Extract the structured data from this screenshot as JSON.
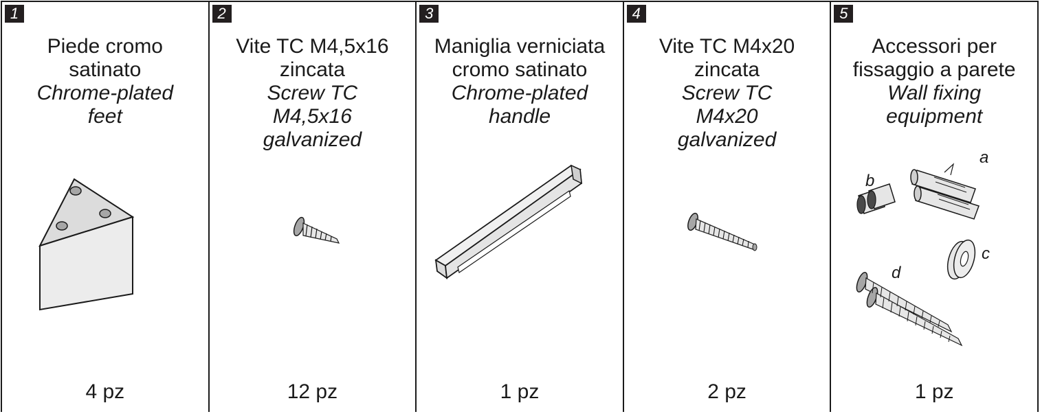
{
  "panels": [
    {
      "number": "1",
      "name_it": [
        "Piede cromo",
        "satinato"
      ],
      "name_en": [
        "Chrome-plated",
        "feet"
      ],
      "qty": "4 pz",
      "icon": "triangle-foot-icon"
    },
    {
      "number": "2",
      "name_it": [
        "Vite TC M4,5x16",
        "zincata"
      ],
      "name_en": [
        "Screw TC",
        "M4,5x16",
        "galvanized"
      ],
      "qty": "12 pz",
      "icon": "short-screw-icon"
    },
    {
      "number": "3",
      "name_it": [
        "Maniglia verniciata",
        "cromo satinato"
      ],
      "name_en": [
        "Chrome-plated",
        "handle"
      ],
      "qty": "1 pz",
      "icon": "handle-bar-icon"
    },
    {
      "number": "4",
      "name_it": [
        "Vite TC M4x20",
        "zincata"
      ],
      "name_en": [
        "Screw TC",
        "M4x20",
        "galvanized"
      ],
      "qty": "2 pz",
      "icon": "long-screw-icon"
    },
    {
      "number": "5",
      "name_it": [
        "Accessori per",
        "fissaggio a parete"
      ],
      "name_en": [
        "Wall fixing",
        "equipment"
      ],
      "qty": "1 pz",
      "icon": "wall-fixing-kit-icon",
      "part_labels": {
        "a": "a",
        "b": "b",
        "c": "c",
        "d": "d"
      }
    }
  ],
  "colors": {
    "line": "#1a1a1a",
    "fill_light": "#e6e6e6",
    "fill_mid": "#a6a6a6",
    "number_bg": "#231f20"
  }
}
